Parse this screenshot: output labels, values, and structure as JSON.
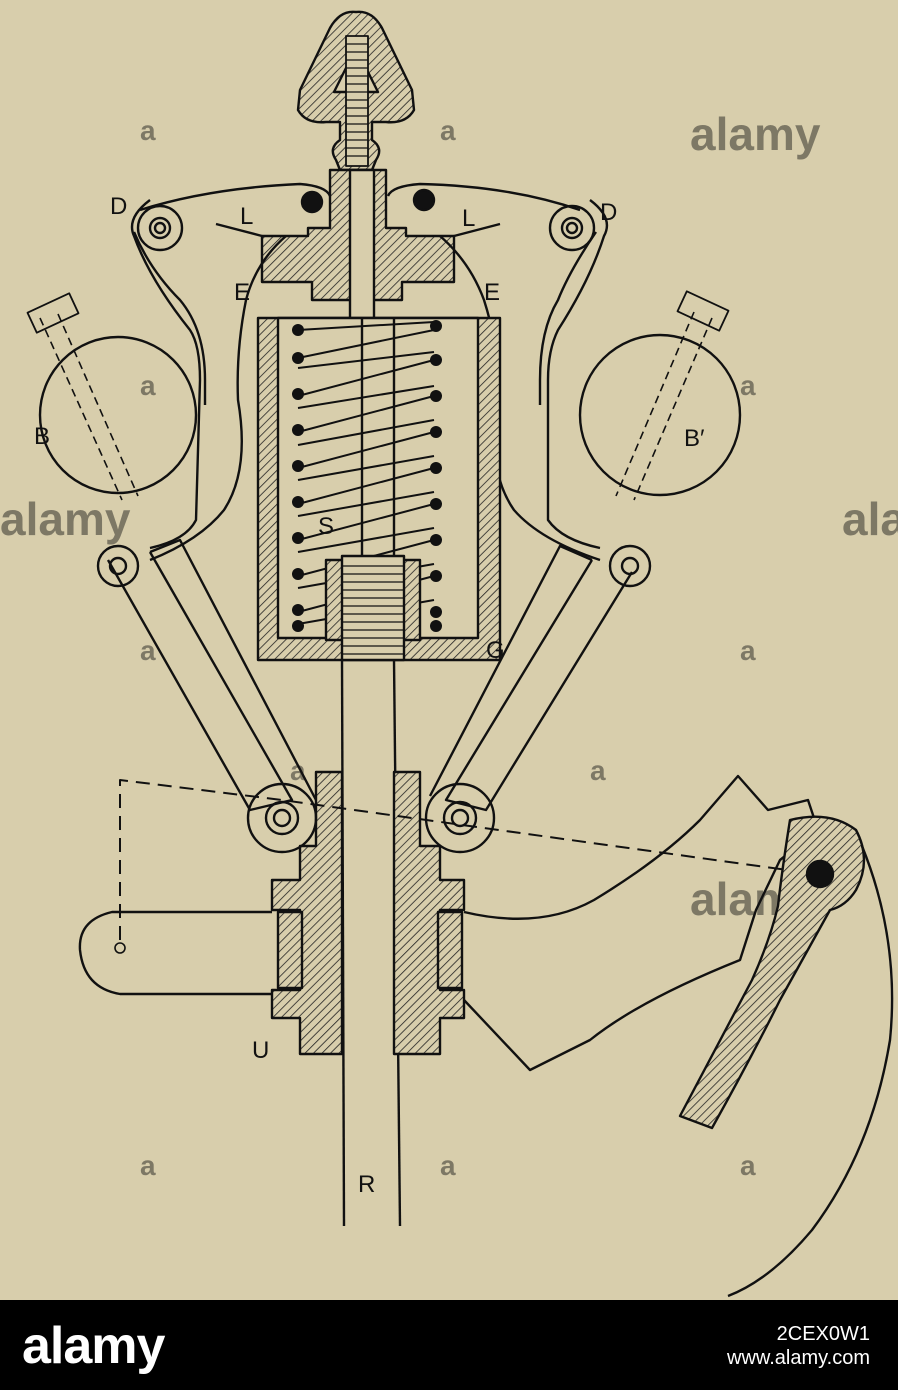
{
  "diagram": {
    "labels": {
      "D_left": "D",
      "D_right": "D",
      "L_left": "L",
      "L_right": "L",
      "E_left": "E",
      "E_right": "E",
      "B_left": "B",
      "B_right": "B′",
      "S": "S",
      "G": "G",
      "U": "U",
      "R": "R"
    }
  },
  "watermark": {
    "text": "alamy",
    "small": "a"
  },
  "footer": {
    "brand": "alamy",
    "image_id": "2CEX0W1",
    "site": "www.alamy.com"
  },
  "colors": {
    "paper": "#d8ceac",
    "ink": "#111111",
    "footer_bg": "#000000"
  }
}
